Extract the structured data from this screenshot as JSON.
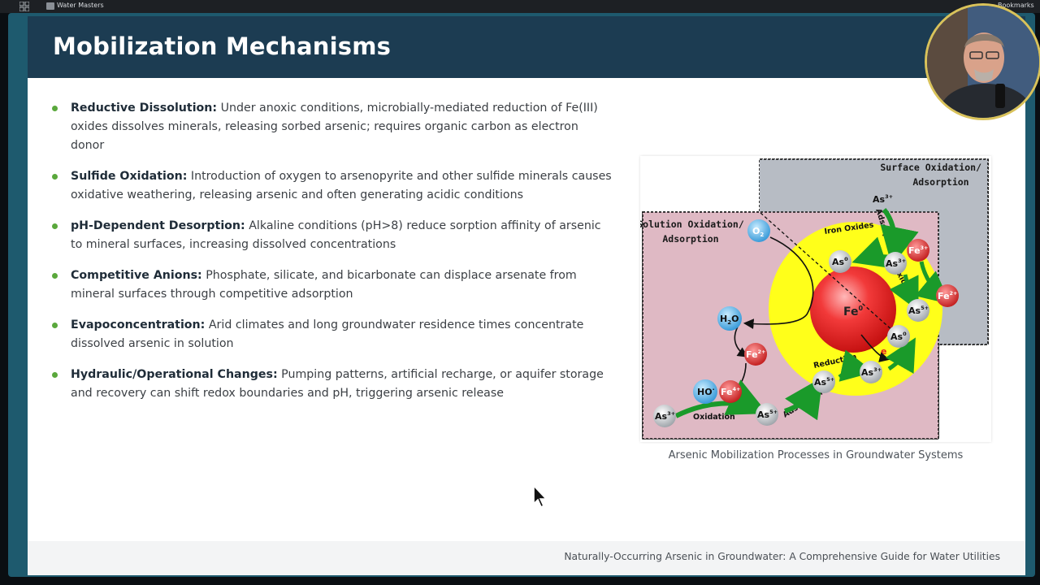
{
  "browser": {
    "bookmark_label": "Water Masters",
    "bookmarks_right": "Bookmarks"
  },
  "slide": {
    "title": "Mobilization Mechanisms",
    "bullets": [
      {
        "term": "Reductive Dissolution:",
        "text": " Under anoxic conditions, microbially-mediated reduction of Fe(III) oxides dissolves minerals, releasing sorbed arsenic; requires organic carbon as electron donor"
      },
      {
        "term": "Sulfide Oxidation:",
        "text": " Introduction of oxygen to arsenopyrite and other sulfide minerals causes oxidative weathering, releasing arsenic and often generating acidic conditions"
      },
      {
        "term": "pH-Dependent Desorption:",
        "text": " Alkaline conditions (pH>8) reduce sorption affinity of arsenic to mineral surfaces, increasing dissolved concentrations"
      },
      {
        "term": "Competitive Anions:",
        "text": " Phosphate, silicate, and bicarbonate can displace arsenate from mineral surfaces through competitive adsorption"
      },
      {
        "term": "Evapoconcentration:",
        "text": " Arid climates and long groundwater residence times concentrate dissolved arsenic in solution"
      },
      {
        "term": "Hydraulic/Operational Changes:",
        "text": " Pumping patterns, artificial recharge, or aquifer storage and recovery can shift redox boundaries and pH, triggering arsenic release"
      }
    ],
    "figure": {
      "caption": "Arsenic Mobilization Processes in Groundwater Systems",
      "surface_label_1": "Surface Oxidation/",
      "surface_label_2": "Adsorption",
      "solution_label_1": "Solution Oxidation/",
      "solution_label_2": "Adsorption",
      "iron_oxides": "Iron Oxides",
      "fe0": "Fe",
      "fe0_sup": "0",
      "reduction": "Reduction",
      "oxidation_bottom": "Oxidation",
      "adsorption_bottom": "Adsorption",
      "adsorption_right": "Adsorption",
      "oxidation_right": "Oxidation",
      "electron": "e",
      "ions": {
        "o2": "O",
        "o2_sub": "2",
        "h2o_h": "H",
        "h2o_sub": "2",
        "h2o_o": "O",
        "fe2": "Fe",
        "fe2_sup": "2+",
        "ho": "HO",
        "ho_sup": "·",
        "fe4": "Fe",
        "fe4_sup": "4+",
        "as3": "As",
        "as3_sup": "3+",
        "as5": "As",
        "as5_sup": "5+",
        "as0": "As",
        "as0_sup": "0",
        "fe3": "Fe",
        "fe3_sup": "3+"
      }
    },
    "footer": "Naturally-Occurring Arsenic in Groundwater: A Comprehensive Guide for Water Utilities"
  }
}
